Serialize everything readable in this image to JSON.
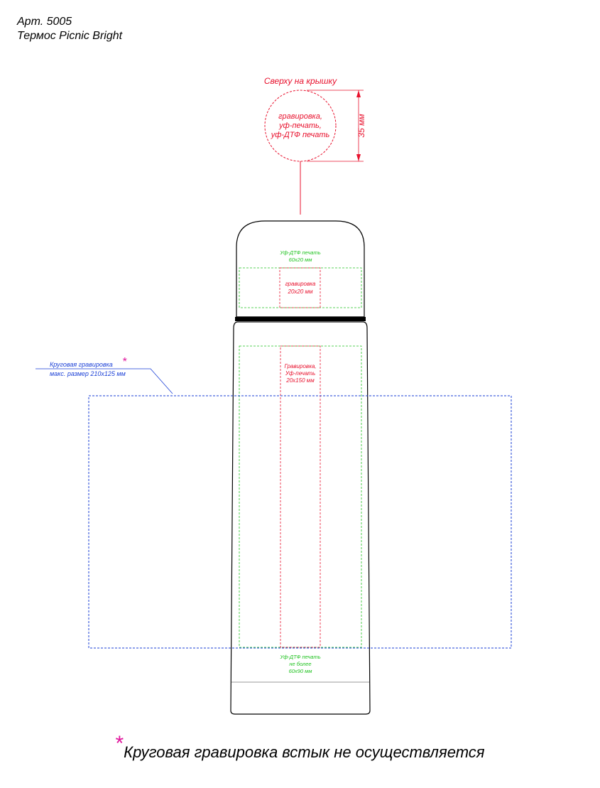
{
  "header": {
    "art_number": "Арт. 5005",
    "product_name": "Термос Picnic Bright"
  },
  "top_cap": {
    "title": "Сверху на крышку",
    "lines": [
      "гравировка,",
      "уф-печать,",
      "уф-ДТФ печать"
    ],
    "dimension": "35 мм"
  },
  "lid": {
    "uv_dtf_lines": [
      "Уф-ДТФ печать",
      "60x20 мм"
    ],
    "engraving_lines": [
      "гравировка",
      "20x20 мм"
    ]
  },
  "body": {
    "engraving_lines": [
      "Гравировка,",
      "Уф-печать",
      "20x150 мм"
    ],
    "uv_dtf_bottom_lines": [
      "Уф-ДТФ печать",
      "не более",
      "60x90 мм"
    ]
  },
  "wrap_engraving": {
    "title": "Круговая гравировка",
    "max_size": "макс. размер 210x125 мм",
    "asterisk": "*"
  },
  "footnote": {
    "asterisk": "*",
    "text": "Круговая гравировка встык не осуществляется"
  },
  "colors": {
    "red": "#e8112d",
    "green": "#22c322",
    "blue": "#1a3fd6",
    "magenta": "#e0169c",
    "outline": "#000000"
  }
}
